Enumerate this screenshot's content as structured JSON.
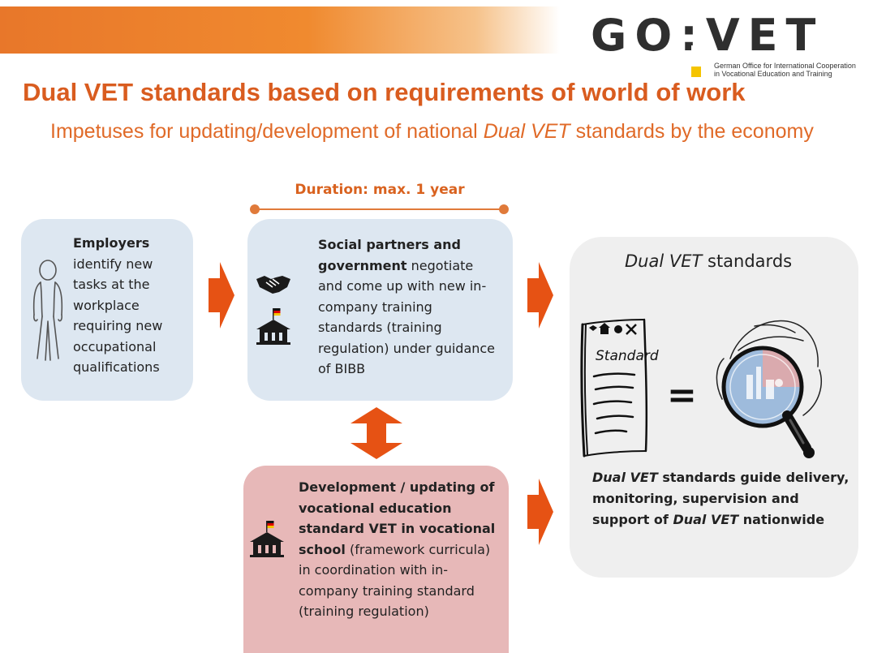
{
  "header": {
    "logo": "GO:VET",
    "logo_subtitle_line1": "German Office for International Cooperation",
    "logo_subtitle_line2": "in Vocational Education and Training"
  },
  "title": "Dual VET standards based on requirements of world of work",
  "subtitle": {
    "prefix": "Impetuses for updating/development of national ",
    "italic": "Dual VET",
    "suffix": " standards by the economy"
  },
  "duration_label": "Duration: max. 1 year",
  "employers_box": {
    "bold": "Employers",
    "text": "identify new tasks at the workplace requiring new occupational qualifications"
  },
  "partners_box": {
    "bold": "Social partners and government",
    "text": " negotiate and come up with new in-company training standards (training regulation) under guidance of BIBB"
  },
  "school_box": {
    "bold": "Development / updating of vocational education standard VET in vocational school",
    "text": " (framework curricula) in coordination with in-company training standard (training regulation)"
  },
  "standards_panel": {
    "title_italic": "Dual VET",
    "title_rest": " standards",
    "document_label": "Standard",
    "equals": "=",
    "desc_italic1": "Dual VET",
    "desc_mid": " standards guide delivery, monitoring, supervision and support of ",
    "desc_italic2": "Dual VET",
    "desc_end": " nationwide"
  },
  "colors": {
    "accent_orange": "#d95c1f",
    "arrow": "#e65214",
    "box_blue": "#dde7f1",
    "box_red": "#e7b8b8",
    "box_grey": "#efefef"
  },
  "icons": [
    "person-outline-icon",
    "handshake-icon",
    "government-building-icon",
    "school-building-icon",
    "standard-document-icon",
    "magnifier-icon",
    "german-flag-icon"
  ]
}
